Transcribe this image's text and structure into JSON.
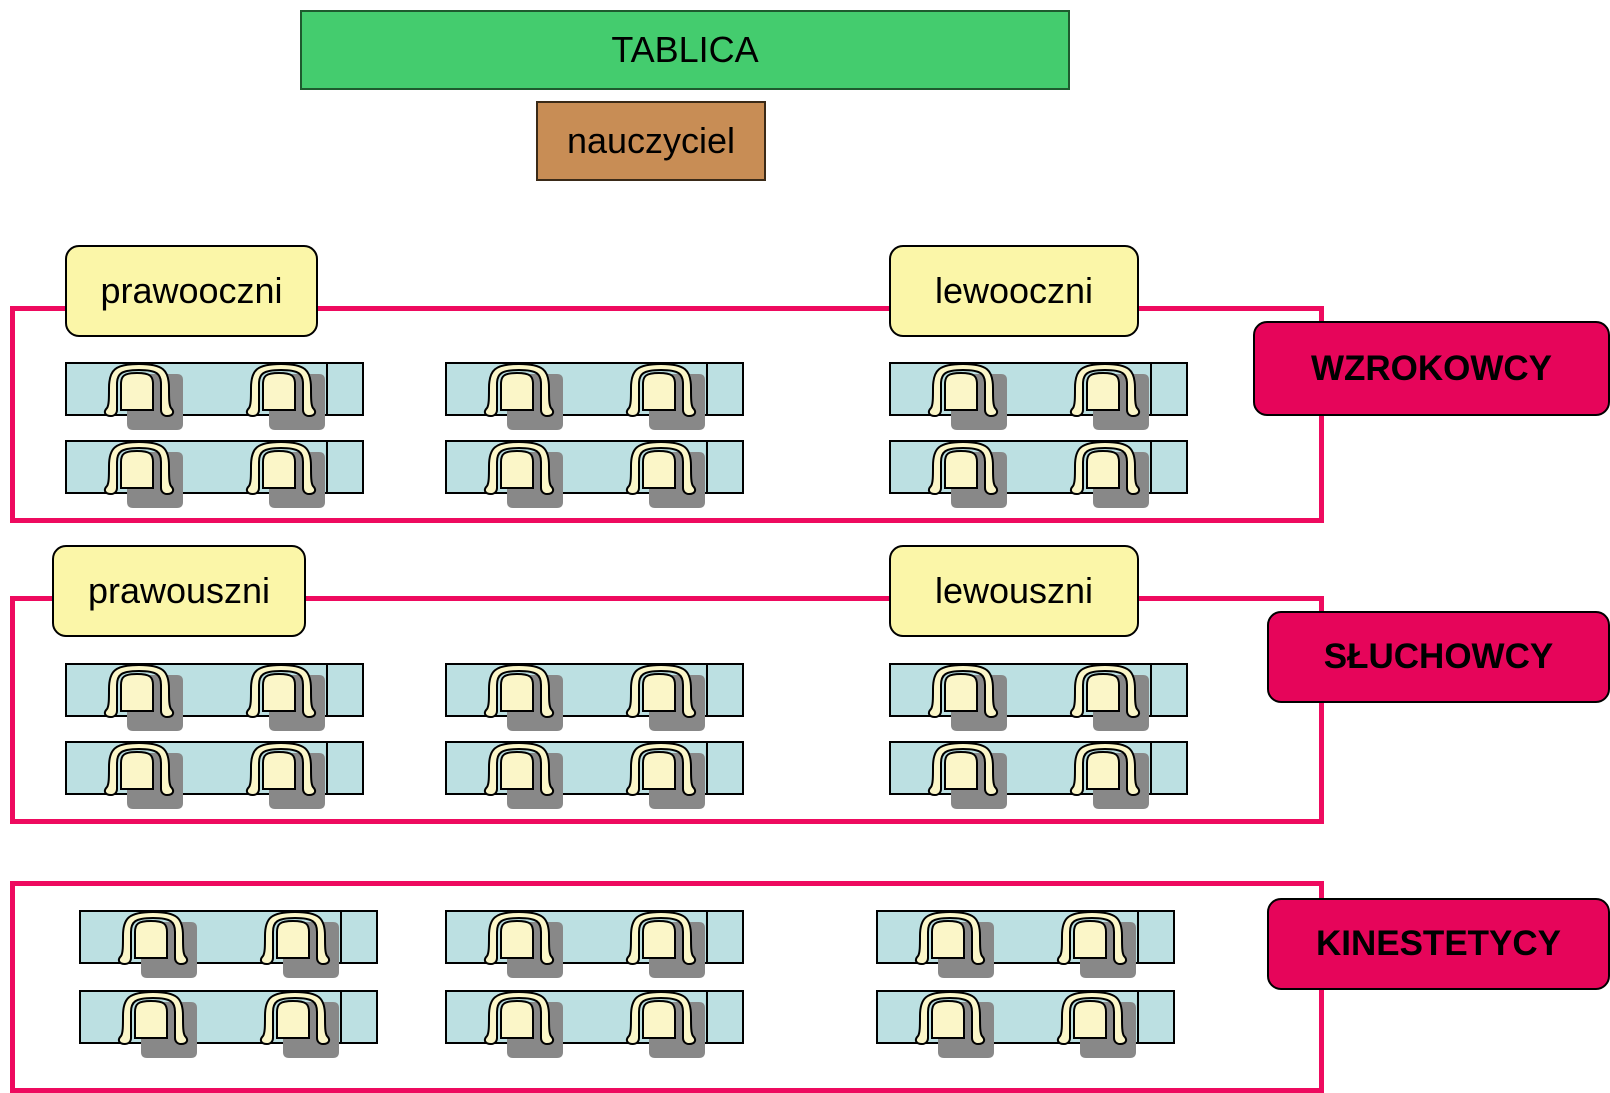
{
  "board": {
    "label": "TABLICA"
  },
  "teacher": {
    "label": "nauczyciel"
  },
  "groups": [
    {
      "label": "WZROKOWCY",
      "left_tag": "prawooczni",
      "right_tag": "lewooczni"
    },
    {
      "label": "SŁUCHOWCY",
      "left_tag": "prawouszni",
      "right_tag": "lewouszni"
    },
    {
      "label": "KINESTETYCY"
    }
  ],
  "colors": {
    "board": "#44cc6e",
    "teacher": "#c88d55",
    "frame": "#ee0a5f",
    "group_label": "#e6055a",
    "tag": "#fbf6a8",
    "desk": "#bce0e2",
    "chair": "#fbf6c8",
    "chair_shadow": "#888888"
  },
  "desk_icon": "desk-with-two-chairs"
}
